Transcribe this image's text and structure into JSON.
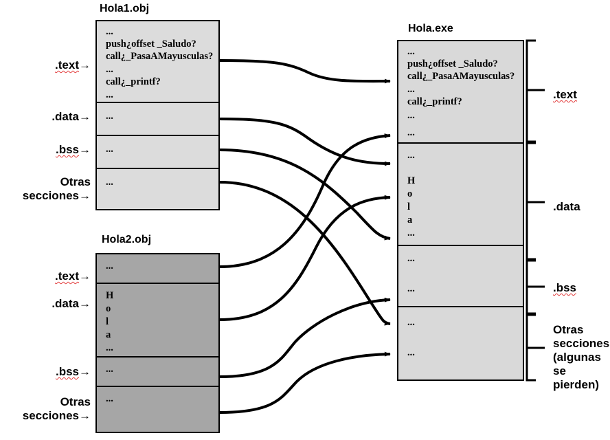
{
  "diagram": {
    "title_hola1": "Hola1.obj",
    "title_hola2": "Hola2.obj",
    "title_holaexe": "Hola.exe",
    "ellipsis": "...",
    "colors": {
      "obj1_fill": "#dcdcdc",
      "obj2_fill": "#a6a6a6",
      "exe_fill": "#d9d9d9",
      "stroke": "#000000",
      "spellcheck": "#e23a3a"
    }
  },
  "code_lines": {
    "l1": "...",
    "push": "push",
    "push_arg": "¿offset _Saludo?",
    "call": "call",
    "call_arg1": "¿_PasaAMayusculas?",
    "l4": "...",
    "call2": "call",
    "call_arg2": "¿_printf?",
    "l6": "..."
  },
  "data_chars": {
    "c1": "H",
    "c2": "o",
    "c3": "l",
    "c4": "a",
    "c5": "..."
  },
  "left_labels_obj1": [
    {
      "text": ".text",
      "arrow": "→",
      "squiggle": true
    },
    {
      "text": ".data",
      "arrow": "→",
      "squiggle": false
    },
    {
      "text": ".bss",
      "arrow": "→",
      "squiggle": true
    },
    {
      "line1": "Otras",
      "line2": "secciones",
      "arrow": "→",
      "squiggle": false
    }
  ],
  "left_labels_obj2": [
    {
      "text": ".text",
      "arrow": "→",
      "squiggle": true
    },
    {
      "text": ".data",
      "arrow": "→",
      "squiggle": false
    },
    {
      "text": ".bss",
      "arrow": "→",
      "squiggle": true
    },
    {
      "line1": "Otras",
      "line2": "secciones",
      "arrow": "→",
      "squiggle": false
    }
  ],
  "right_labels_exe": [
    {
      "text": ".text",
      "squiggle": true
    },
    {
      "text": ".data",
      "squiggle": false
    },
    {
      "text": ".bss",
      "squiggle": true
    },
    {
      "line1": "Otras",
      "line2": "secciones",
      "line3": "(algunas",
      "line4": "se",
      "line5": "pierden)",
      "squiggle": false
    }
  ]
}
